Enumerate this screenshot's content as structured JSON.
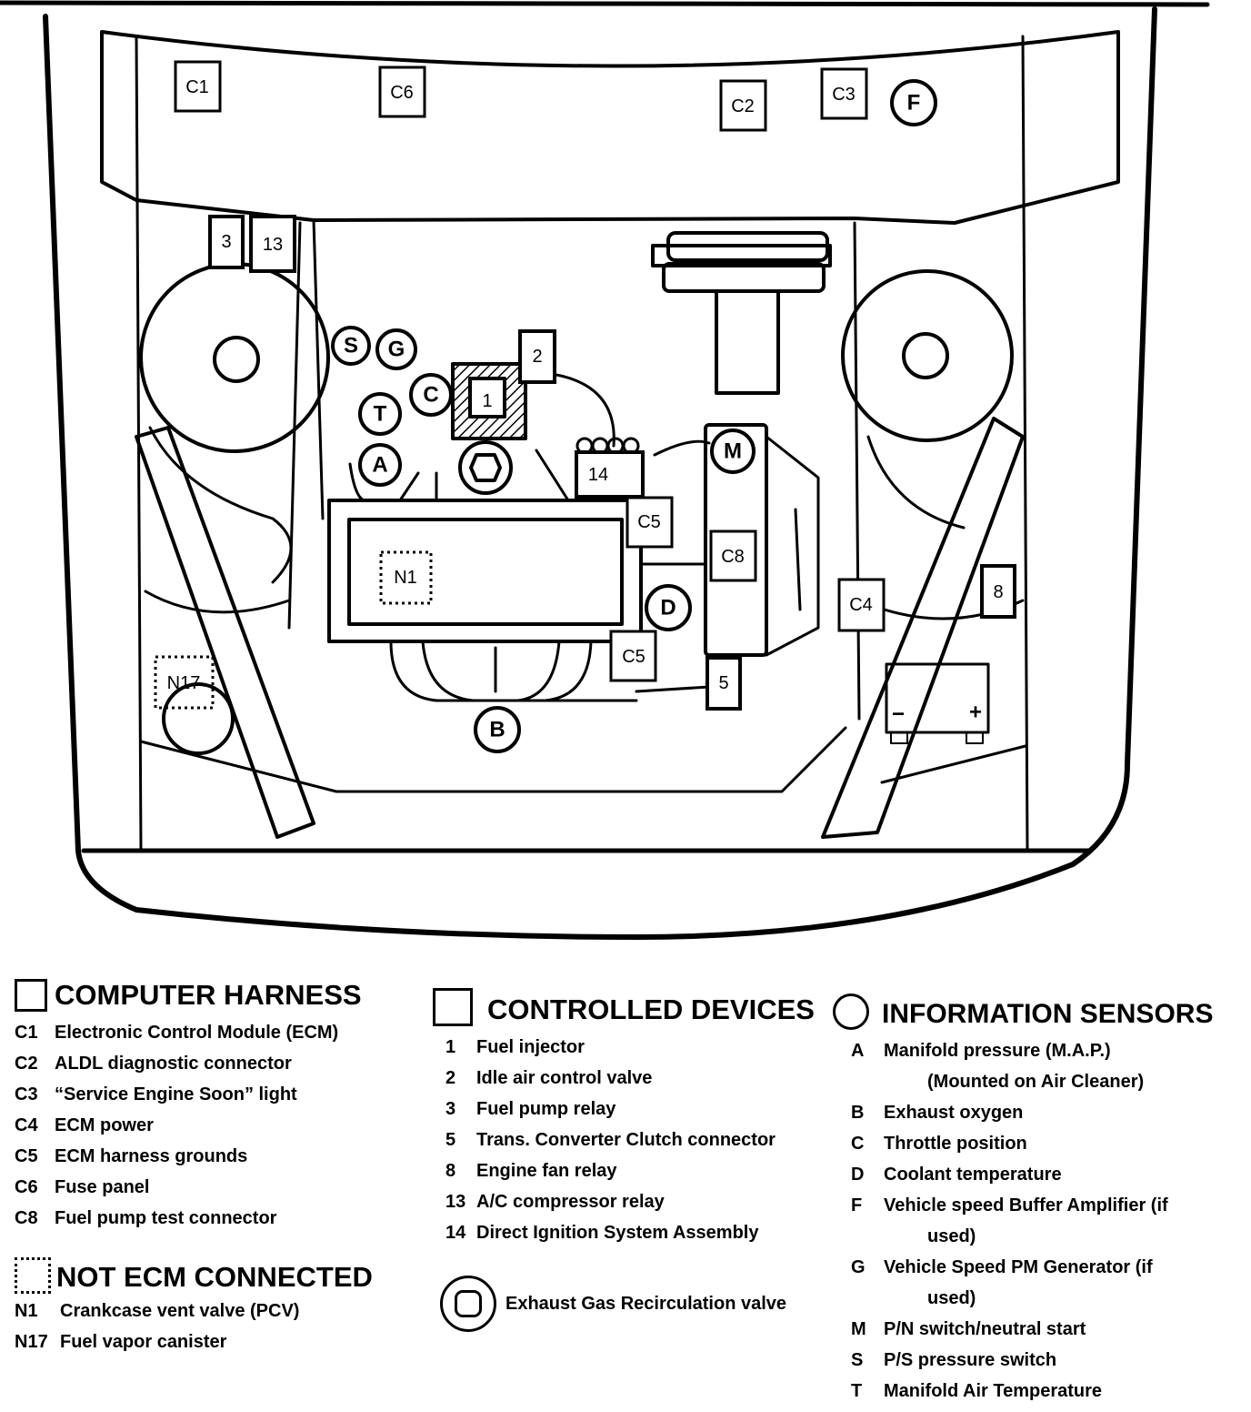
{
  "diagram_labels": {
    "C1": "C1",
    "C6": "C6",
    "C2": "C2",
    "C3": "C3",
    "F": "F",
    "n3": "3",
    "n13": "13",
    "S": "S",
    "G": "G",
    "n2": "2",
    "C": "C",
    "n1": "1",
    "T": "T",
    "A": "A",
    "M": "M",
    "n14": "14",
    "C5a": "C5",
    "C8": "C8",
    "N1": "N1",
    "D": "D",
    "C5b": "C5",
    "C4": "C4",
    "n8": "8",
    "n5": "5",
    "N17": "N17",
    "B": "B",
    "minus": "−",
    "plus": "+"
  },
  "legend": {
    "computer_harness": {
      "title": "COMPUTER HARNESS",
      "items": [
        {
          "code": "C1",
          "desc": "Electronic Control Module (ECM)"
        },
        {
          "code": "C2",
          "desc": "ALDL diagnostic connector"
        },
        {
          "code": "C3",
          "desc": "“Service Engine Soon” light"
        },
        {
          "code": "C4",
          "desc": "ECM power"
        },
        {
          "code": "C5",
          "desc": "ECM harness grounds"
        },
        {
          "code": "C6",
          "desc": "Fuse panel"
        },
        {
          "code": "C8",
          "desc": "Fuel pump test connector"
        }
      ]
    },
    "not_ecm": {
      "title": "NOT ECM CONNECTED",
      "items": [
        {
          "code": "N1",
          "desc": "Crankcase vent valve (PCV)"
        },
        {
          "code": "N17",
          "desc": "Fuel vapor canister"
        }
      ]
    },
    "controlled_devices": {
      "title": "CONTROLLED DEVICES",
      "items": [
        {
          "code": "1",
          "desc": "Fuel injector"
        },
        {
          "code": "2",
          "desc": "Idle air control valve"
        },
        {
          "code": "3",
          "desc": "Fuel pump relay"
        },
        {
          "code": "5",
          "desc": "Trans. Converter Clutch connector"
        },
        {
          "code": "8",
          "desc": "Engine fan relay"
        },
        {
          "code": "13",
          "desc": "A/C compressor relay"
        },
        {
          "code": "14",
          "desc": "Direct Ignition System Assembly"
        }
      ],
      "egr": "Exhaust Gas Recirculation valve"
    },
    "information_sensors": {
      "title": "INFORMATION SENSORS",
      "items": [
        {
          "code": "A",
          "desc": "Manifold pressure (M.A.P.)"
        },
        {
          "code": "",
          "desc": "(Mounted on Air Cleaner)"
        },
        {
          "code": "B",
          "desc": "Exhaust oxygen"
        },
        {
          "code": "C",
          "desc": "Throttle position"
        },
        {
          "code": "D",
          "desc": "Coolant temperature"
        },
        {
          "code": "F",
          "desc": "Vehicle speed Buffer Amplifier (if"
        },
        {
          "code": "",
          "desc": "used)"
        },
        {
          "code": "G",
          "desc": "Vehicle Speed PM Generator (if"
        },
        {
          "code": "",
          "desc": "used)"
        },
        {
          "code": "M",
          "desc": "P/N switch/neutral start"
        },
        {
          "code": "S",
          "desc": "P/S pressure switch"
        },
        {
          "code": "T",
          "desc": "Manifold Air Temperature"
        }
      ]
    }
  }
}
